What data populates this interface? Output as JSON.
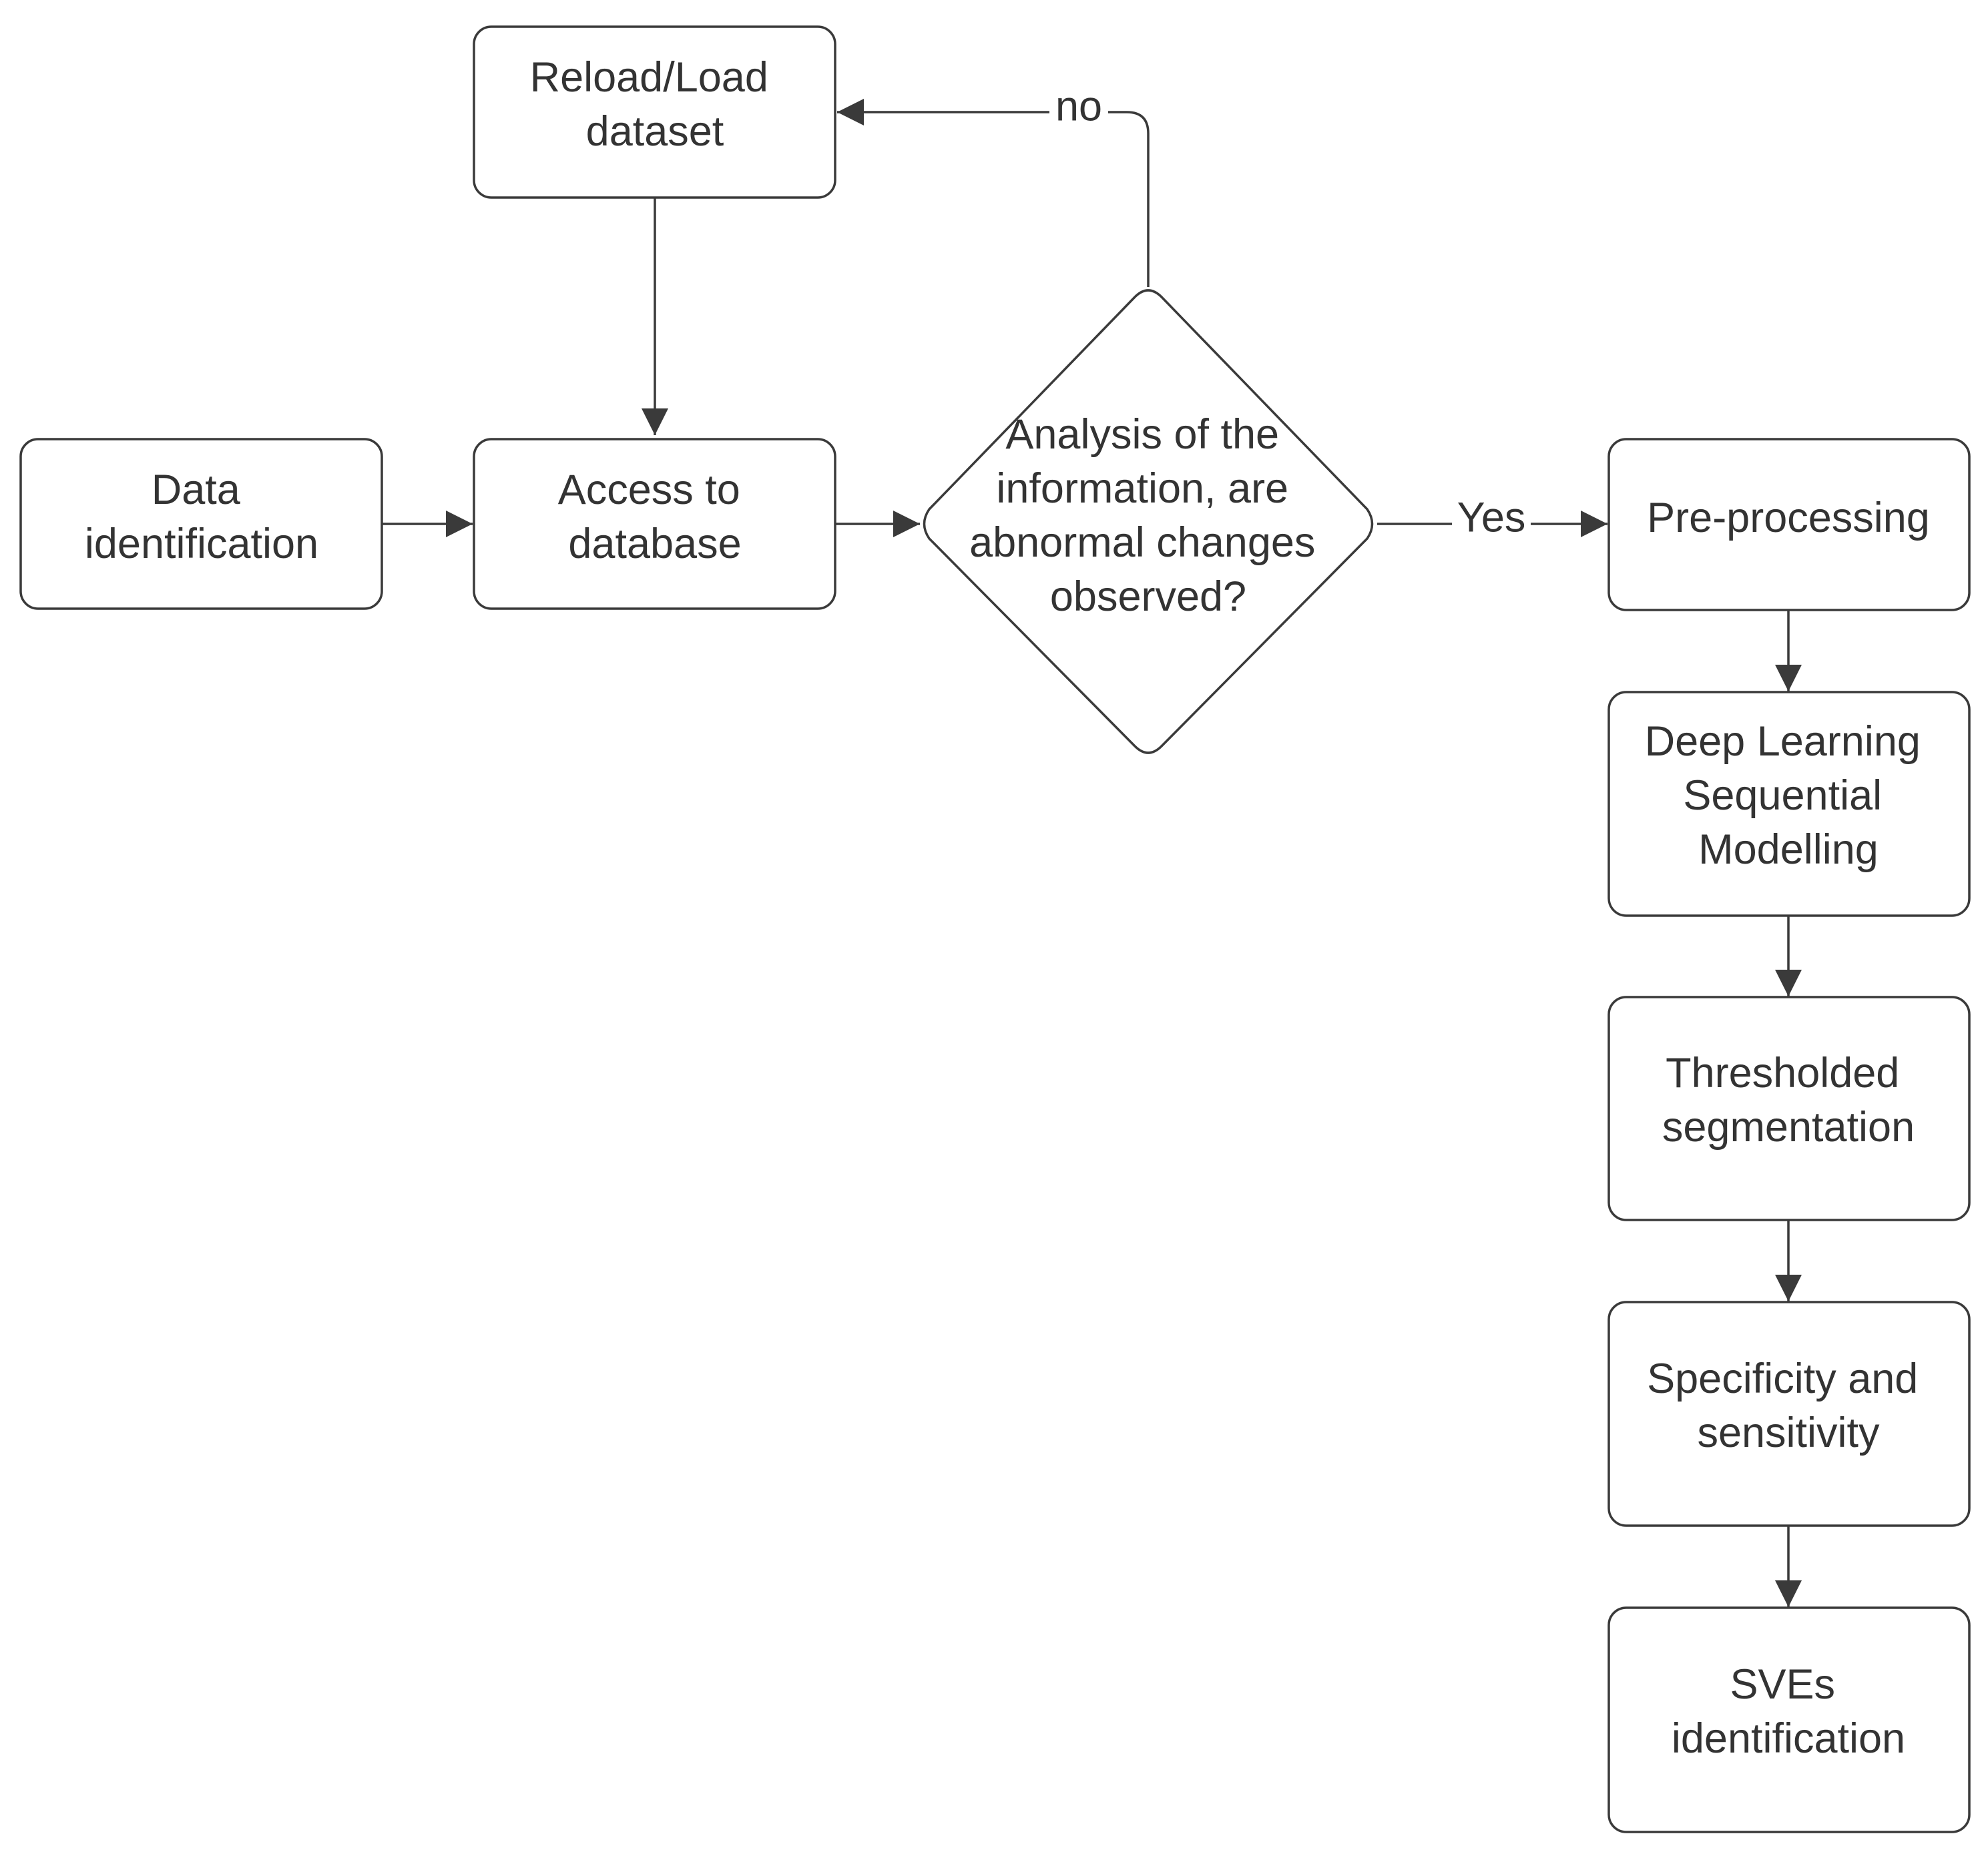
{
  "nodes": {
    "reload": {
      "lines": [
        "Reload/Load",
        "dataset"
      ]
    },
    "data_id": {
      "lines": [
        "Data",
        "identification"
      ]
    },
    "access": {
      "lines": [
        "Access to",
        "database"
      ]
    },
    "decision": {
      "lines": [
        "Analysis of the",
        "information, are",
        "abnormal changes",
        "observed?"
      ]
    },
    "preprocessing": {
      "lines": [
        "Pre-processing"
      ]
    },
    "deep_learning": {
      "lines": [
        "Deep Learning",
        "Sequential",
        "Modelling"
      ]
    },
    "thresholded": {
      "lines": [
        "Thresholded",
        "segmentation"
      ]
    },
    "specificity": {
      "lines": [
        "Specificity and",
        "sensitivity"
      ]
    },
    "sves": {
      "lines": [
        "SVEs",
        "identification"
      ]
    }
  },
  "edges": {
    "no_label": "no",
    "yes_label": "Yes"
  },
  "colors": {
    "stroke": "#3a3a3a",
    "text": "#333333",
    "background": "#ffffff"
  }
}
